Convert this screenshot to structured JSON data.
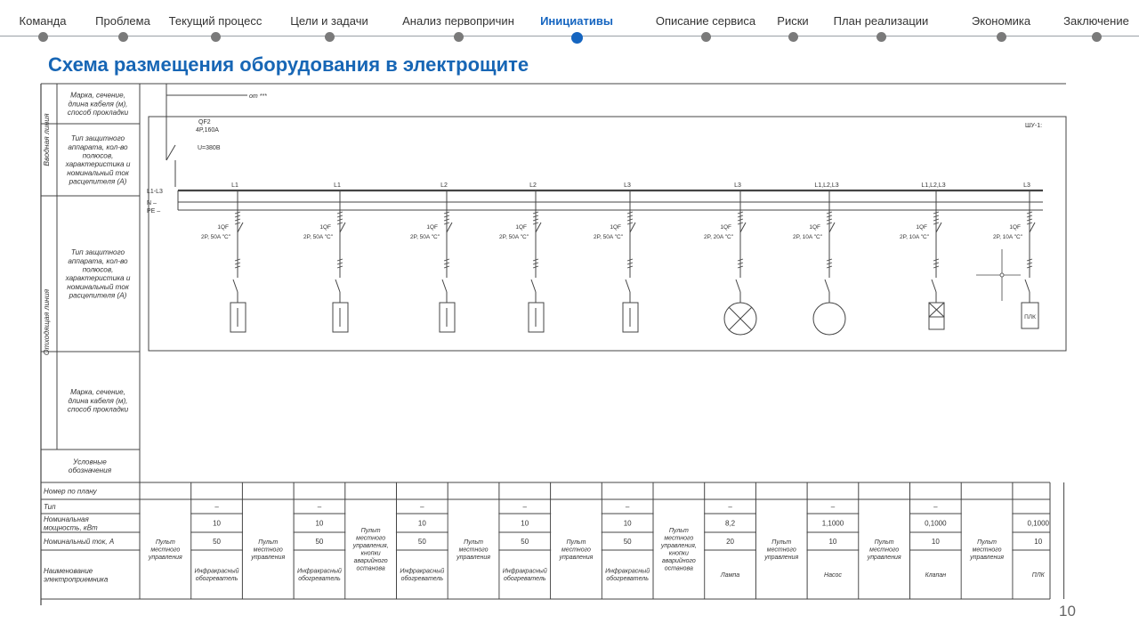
{
  "nav": {
    "items": [
      {
        "label": "Команда"
      },
      {
        "label": "Проблема"
      },
      {
        "label": "Текущий процесс"
      },
      {
        "label": "Цели и задачи"
      },
      {
        "label": "Анализ первопричин"
      },
      {
        "label": "Инициативы",
        "active": true
      },
      {
        "label": "Описание сервиса"
      },
      {
        "label": "Риски"
      },
      {
        "label": "План реализации"
      },
      {
        "label": "Экономика"
      },
      {
        "label": "Заключение"
      }
    ]
  },
  "page": {
    "title": "Схема размещения оборудования в электрощите",
    "number": "10"
  },
  "scheme": {
    "side_groups": [
      "Вводная линия",
      "Отходящая линия"
    ],
    "left_labels": [
      "Марка, сечение, длина кабеля (м), способ прокладки",
      "Тип защитного аппарата, кол-во полюсов, характеристика и номинальный ток расцепителя (А)",
      "Тип защитного аппарата, кол-во полюсов, характеристика и номинальный ток расцепителя (А)",
      "Марка, сечение, длина кабеля (м), способ прокладки",
      "Условные обозначения"
    ],
    "supply": {
      "from": "от ***",
      "breaker_name": "QF2",
      "breaker_rating": "4P,160A",
      "voltage": "U=380В"
    },
    "panel_name": "ШУ-1:",
    "buses": [
      "L1-L3",
      "N",
      "PE"
    ],
    "feeders": [
      {
        "phase": "L1",
        "qf": "1QF",
        "rating": "2P, 50A \"C\"",
        "symbol": "heater"
      },
      {
        "phase": "L1",
        "qf": "1QF",
        "rating": "2P, 50A \"C\"",
        "symbol": "heater"
      },
      {
        "phase": "L2",
        "qf": "1QF",
        "rating": "2P, 50A \"C\"",
        "symbol": "heater"
      },
      {
        "phase": "L2",
        "qf": "1QF",
        "rating": "2P, 50A \"C\"",
        "symbol": "heater"
      },
      {
        "phase": "L3",
        "qf": "1QF",
        "rating": "2P, 50A \"C\"",
        "symbol": "heater"
      },
      {
        "phase": "L3",
        "qf": "1QF",
        "rating": "2P, 20A \"C\"",
        "symbol": "lamp"
      },
      {
        "phase": "L1,L2,L3",
        "qf": "1QF",
        "rating": "2P, 10A \"C\"",
        "symbol": "motor"
      },
      {
        "phase": "L1,L2,L3",
        "qf": "1QF",
        "rating": "2P, 10A \"C\"",
        "symbol": "valve"
      },
      {
        "phase": "L3",
        "qf": "1QF",
        "rating": "2P, 10A \"C\"",
        "symbol": "plc",
        "symbol_label": "ПЛК"
      }
    ],
    "table": {
      "row_labels": [
        "Номер по плану",
        "Тип",
        "Номинальная мощность, кВт",
        "Номинальный ток, А",
        "Наименование электроприемника"
      ],
      "columns": [
        {
          "merged": "Пульт местного управления"
        },
        {
          "type": "–",
          "power": "10",
          "current": "50",
          "name": "Инфракрасный обогреватель"
        },
        {
          "merged": "Пульт местного управления"
        },
        {
          "type": "–",
          "power": "10",
          "current": "50",
          "name": "Инфракрасный обогреватель"
        },
        {
          "merged": "Пульт местного управления, кнопки аварийного останова"
        },
        {
          "type": "–",
          "power": "10",
          "current": "50",
          "name": "Инфракрасный обогреватель"
        },
        {
          "merged": "Пульт местного управления"
        },
        {
          "type": "–",
          "power": "10",
          "current": "50",
          "name": "Инфракрасный обогреватель"
        },
        {
          "merged": "Пульт местного управления"
        },
        {
          "type": "–",
          "power": "10",
          "current": "50",
          "name": "Инфракрасный обогреватель"
        },
        {
          "merged": "Пульт местного управления, кнопки аварийного останова"
        },
        {
          "type": "–",
          "power": "8,2",
          "current": "20",
          "name": "Лампа"
        },
        {
          "merged": "Пульт местного управления"
        },
        {
          "type": "–",
          "power": "1,1000",
          "current": "10",
          "name": "Насос"
        },
        {
          "merged": "Пульт местного управления"
        },
        {
          "type": "–",
          "power": "0,1000",
          "current": "10",
          "name": "Клапан"
        },
        {
          "merged": "Пульт местного управления"
        },
        {
          "type": "",
          "power": "0,1000",
          "current": "10",
          "name": "ПЛК"
        }
      ]
    }
  }
}
